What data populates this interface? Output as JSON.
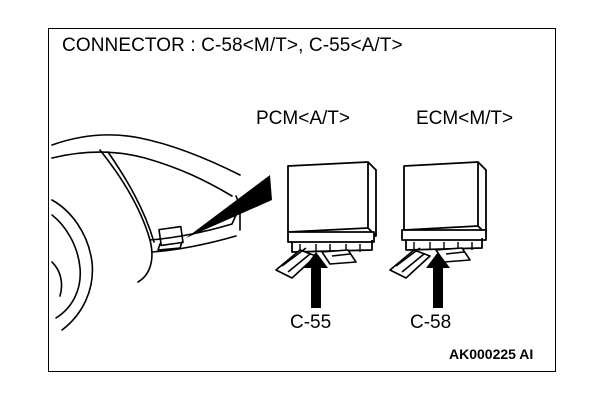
{
  "title": "CONNECTOR : C-58<M/T>, C-55<A/T>",
  "labels": {
    "pcm": "PCM<A/T>",
    "ecm": "ECM<M/T>",
    "c55": "C-55",
    "c58": "C-58"
  },
  "reference_code": "AK000225 AI",
  "colors": {
    "line": "#000000",
    "background": "#ffffff"
  }
}
